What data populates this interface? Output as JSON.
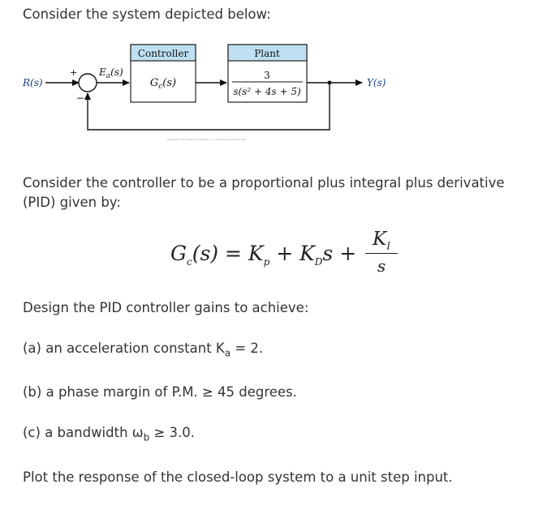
{
  "intro": "Consider the system depicted below:",
  "diagram": {
    "input_label": "R(s)",
    "plus_sign": "+",
    "minus_sign": "−",
    "error_label": "E",
    "error_sub": "a",
    "error_arg": "(s)",
    "controller_header": "Controller",
    "controller_tf": "G",
    "controller_tf_sub": "c",
    "controller_tf_arg": "(s)",
    "plant_header": "Plant",
    "plant_numerator": "3",
    "plant_denominator": "s(s² + 4s + 5)",
    "output_label": "Y(s)",
    "copyright": "Copyright ©2011 Pearson Education, Inc. publishing as Prentice Hall",
    "header_color": "#bfe0f2"
  },
  "pid_intro": "Consider the controller to be a proportional plus integral plus derivative (PID) given by:",
  "equation": {
    "lhs": "G",
    "lhs_sub": "c",
    "lhs_rest": "(s) = K",
    "kp_sub": "p",
    "plus1": " + K",
    "kd_sub": "D",
    "s_plus": "s +",
    "frac_num": "K",
    "frac_num_sub": "I",
    "frac_den": "s"
  },
  "design_intro": "Design the PID controller gains to achieve:",
  "item_a": {
    "prefix": "(a)  an acceleration constant K",
    "sub": "a",
    "suffix": " = 2."
  },
  "item_b": "(b)  a phase margin of P.M.  ≥ 45 degrees.",
  "item_c": {
    "prefix": "(c)  a bandwidth ω",
    "sub": "b",
    "suffix": "  ≥  3.0."
  },
  "closing": "Plot the response of the closed-loop system to a unit step input."
}
